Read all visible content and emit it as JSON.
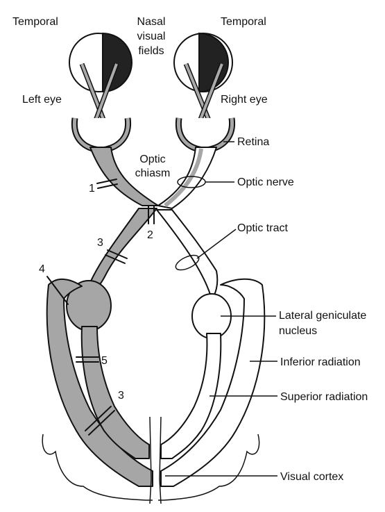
{
  "labels": {
    "temporal_left": "Temporal",
    "nasal_line1": "Nasal",
    "nasal_line2": "visual",
    "nasal_line3": "fields",
    "temporal_right": "Temporal",
    "left_eye": "Left eye",
    "right_eye": "Right eye",
    "retina": "Retina",
    "chiasm_line1": "Optic",
    "chiasm_line2": "chiasm",
    "optic_nerve": "Optic nerve",
    "optic_tract": "Optic tract",
    "lgn_line1": "Lateral geniculate",
    "lgn_line2": "nucleus",
    "inferior_radiation": "Inferior radiation",
    "superior_radiation": "Superior radiation",
    "visual_cortex": "Visual cortex"
  },
  "lesions": {
    "l1": "1",
    "l2": "2",
    "l3a": "3",
    "l4": "4",
    "l5": "5",
    "l3b": "3"
  },
  "colors": {
    "pathway_fill": "#a6a6a6",
    "field_dark": "#222222",
    "ink": "#111111"
  }
}
